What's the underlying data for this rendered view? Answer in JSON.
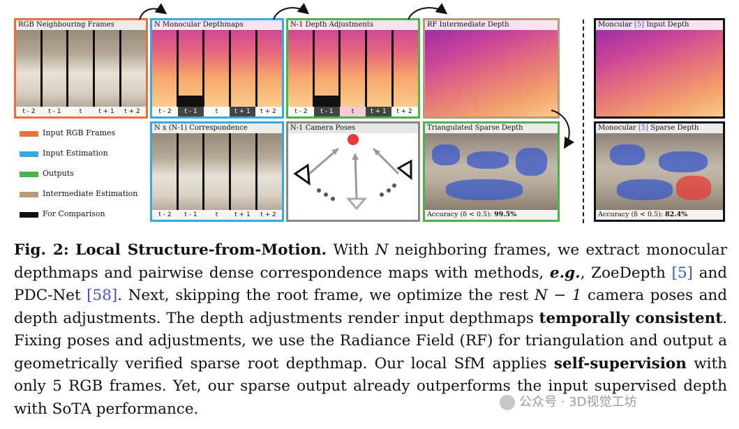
{
  "panels": {
    "rgb": {
      "title": "RGB Neighbouring Frames"
    },
    "mono": {
      "title": "N Monocular Depthmaps"
    },
    "adjust": {
      "title": "N-1 Depth Adjustments"
    },
    "rf": {
      "title": "RF Intermediate Depth"
    },
    "input_depth": {
      "title_pre": "Moncular ",
      "title_ref": "[5]",
      "title_post": " Input Depth"
    },
    "corr": {
      "title": "N x (N-1) Correspondence"
    },
    "poses": {
      "title": "N-1 Camera Poses"
    },
    "triangulated": {
      "title": "Triangulated Sparse Depth",
      "acc_label": "Accuracy (δ < 0.5): ",
      "acc_value": "99.5%"
    },
    "mono_sparse": {
      "title_pre": "Monocular ",
      "title_ref": "[5]",
      "title_post": " Sparse Depth",
      "acc_label": "Accuracy (δ < 0.5): ",
      "acc_value": "82.4%"
    }
  },
  "frame_labels": [
    "t - 2",
    "t - 1",
    "t",
    "t + 1",
    "t + 2"
  ],
  "legend": [
    {
      "label": "Input RGB Frames",
      "color": "#e8703a"
    },
    {
      "label": "Input Estimation",
      "color": "#35a9e0"
    },
    {
      "label": "Outputs",
      "color": "#4cb34a"
    },
    {
      "label": "Intermediate Estimation",
      "color": "#b89a7a"
    },
    {
      "label": "For Comparison",
      "color": "#111111"
    }
  ],
  "caption": {
    "fig": "Fig. 2:",
    "heading": "Local Structure-from-Motion.",
    "p1": " With ",
    "N1": "N",
    "p2": " neighboring frames, we extract monocular depthmaps and pairwise dense correspondence maps with methods, ",
    "eg": "e.g.",
    "p3": ", ZoeDepth ",
    "ref1": "[5]",
    "p4": " and PDC-Net ",
    "ref2": "[58]",
    "p5": ". Next, skipping the root frame, we optimize the rest ",
    "N2": "N − 1",
    "p6": " camera poses and depth adjustments. The depth adjustments render input depthmaps ",
    "b1": "temporally consistent",
    "p7": ". Fixing poses and adjustments, we use the Radiance Field (RF) for triangulation and output a geometrically verified sparse root depthmap. Our local SfM applies ",
    "b2": "self-supervision",
    "p8": " with only 5 RGB frames. Yet, our sparse output already outperforms the input supervised depth with SoTA performance."
  },
  "watermark": "公众号 · 3D视觉工坊"
}
